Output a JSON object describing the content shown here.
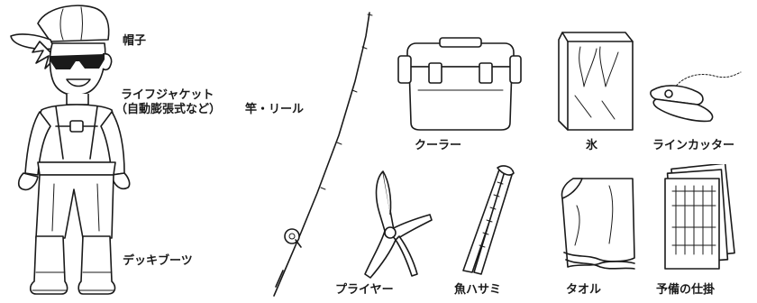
{
  "labels": {
    "hat": "帽子",
    "life_jacket_line1": "ライフジャケット",
    "life_jacket_line2": "（自動膨張式など）",
    "rod_reel": "竿・リール",
    "deck_boots": "デッキブーツ",
    "cooler": "クーラー",
    "ice": "氷",
    "line_cutter": "ラインカッター",
    "pliers": "プライヤー",
    "fish_scissors": "魚ハサミ",
    "towel": "タオル",
    "spare_rigs": "予備の仕掛"
  },
  "icons": {
    "angler": "angler-figure-icon",
    "rod": "fishing-rod-icon",
    "cooler": "cooler-box-icon",
    "ice": "ice-bag-icon",
    "line_cutter": "line-cutter-icon",
    "pliers": "pliers-icon",
    "fish_scissors": "fish-tongs-icon",
    "towel": "towel-icon",
    "spare_rigs": "rig-pack-icon"
  },
  "colors": {
    "ink": "#1a1a1a",
    "background": "#ffffff"
  }
}
